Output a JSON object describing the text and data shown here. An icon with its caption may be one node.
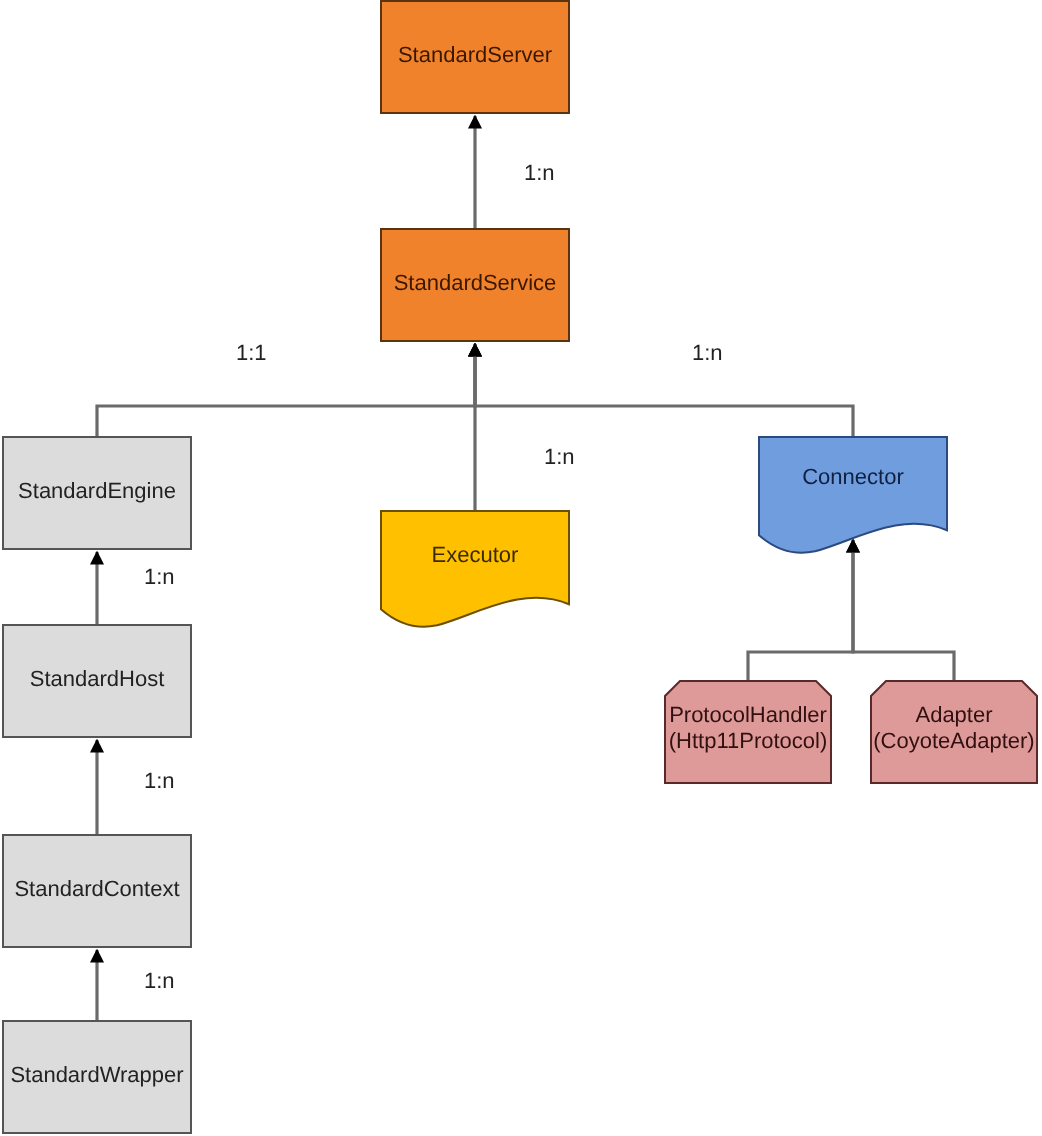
{
  "diagram": {
    "nodes": [
      {
        "text": [
          "StandardServer"
        ]
      },
      {
        "text": [
          "StandardService"
        ]
      },
      {
        "text": [
          "StandardEngine"
        ]
      },
      {
        "text": [
          "Executor"
        ]
      },
      {
        "text": [
          "Connector"
        ]
      },
      {
        "text": [
          "StandardHost"
        ]
      },
      {
        "text": [
          "ProtocolHandler (Http11Protocol)"
        ]
      },
      {
        "text": [
          "Adapter (CoyoteAdapter)"
        ]
      },
      {
        "text": [
          "StandardContext"
        ]
      },
      {
        "text": [
          "StandardWrapper"
        ]
      }
    ],
    "edges": [
      {
        "from": 1,
        "to": 0,
        "arrow": "to",
        "label": "1:n"
      },
      {
        "from": 2,
        "to": 1,
        "arrow": "to",
        "label": "1:1"
      },
      {
        "from": 3,
        "to": 1,
        "arrow": "to",
        "label": "1:n"
      },
      {
        "from": 4,
        "to": 1,
        "arrow": "to",
        "label": "1:n"
      },
      {
        "from": 5,
        "to": 2,
        "arrow": "to",
        "label": "1:n"
      },
      {
        "from": 6,
        "to": 4,
        "arrow": "to"
      },
      {
        "from": 7,
        "to": 4,
        "arrow": "to"
      },
      {
        "from": 8,
        "to": 5,
        "arrow": "to",
        "label": "1:n"
      },
      {
        "from": 9,
        "to": 8,
        "arrow": "to",
        "label": "1:n"
      }
    ]
  }
}
